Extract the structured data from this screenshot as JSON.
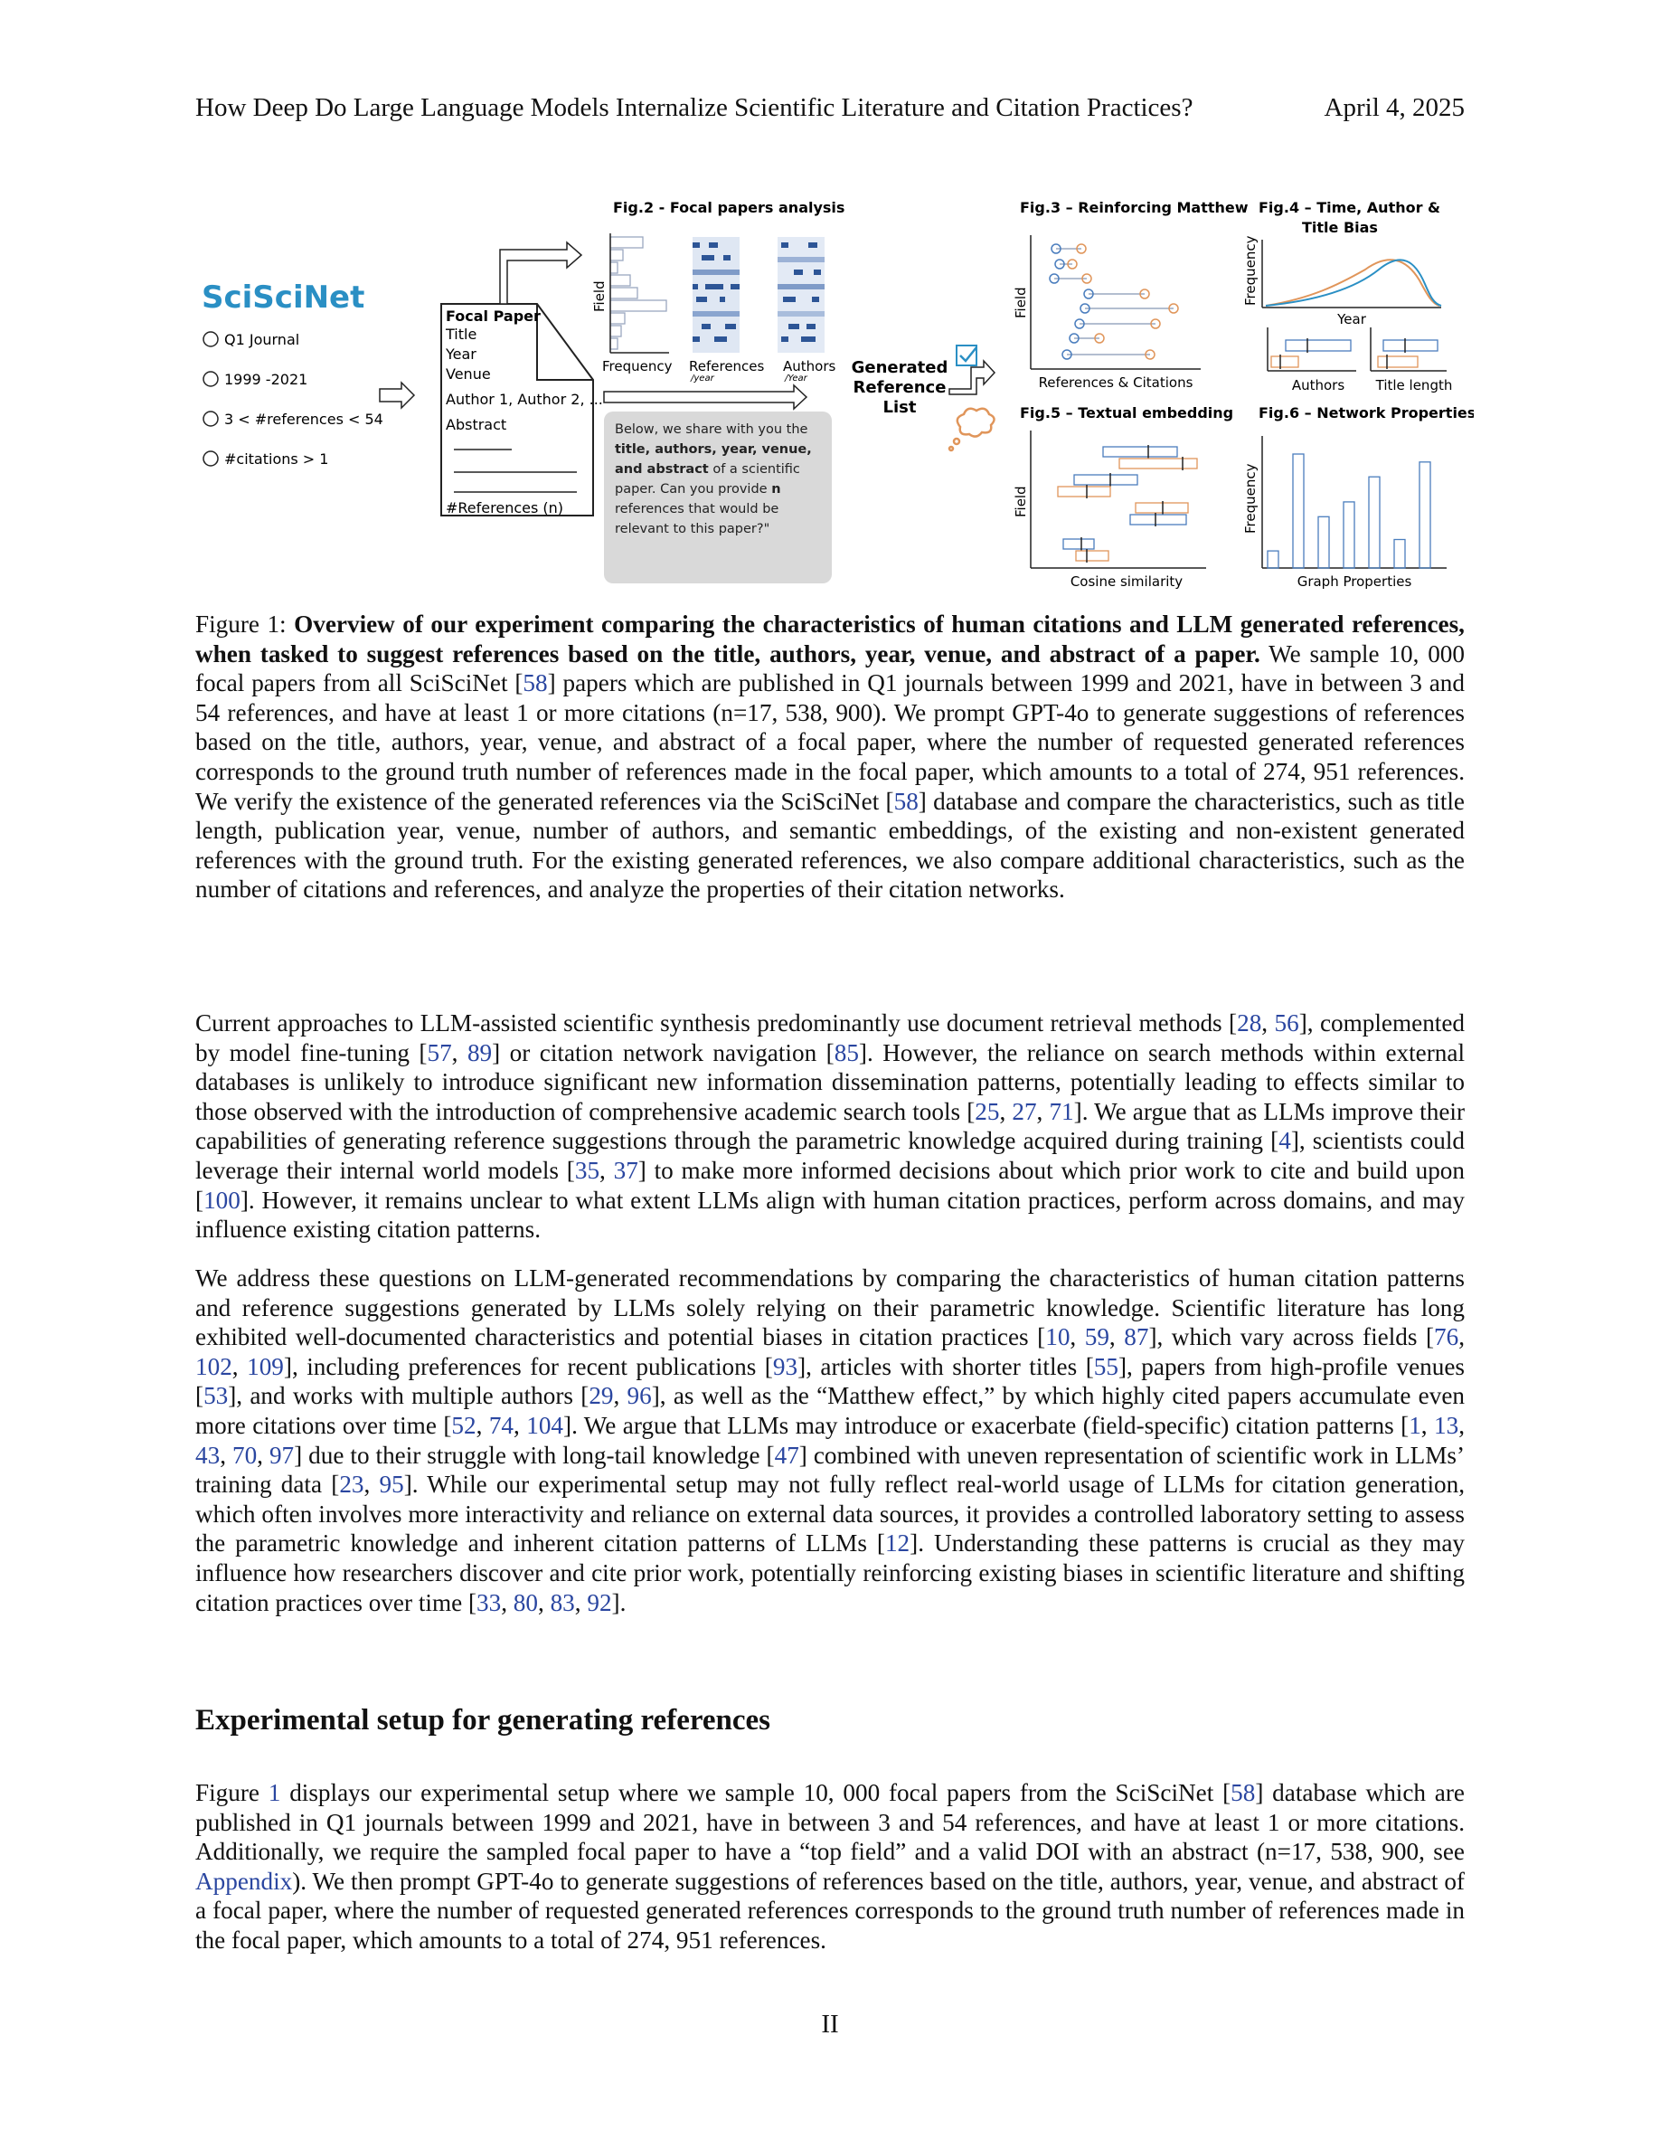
{
  "header": {
    "title": "How Deep Do Large Language Models Internalize Scientific Literature and Citation Practices?",
    "date": "April 4, 2025"
  },
  "figure": {
    "brand": "SciSciNet",
    "filters": [
      "Q1 Journal",
      "1999 -2021",
      "3 < #references < 54",
      "#citations > 1"
    ],
    "focal_paper": {
      "title": "Focal Paper",
      "lines": [
        "Title",
        "Year",
        "Venue",
        "Author 1, Author 2, ...",
        "Abstract"
      ],
      "footer": "#References (n)"
    },
    "fig2": {
      "title": "Fig.2 - Focal papers analysis",
      "ylabel": "Field",
      "col1": "Frequency",
      "col2": "References",
      "col2_sub": "/year",
      "col3": "Authors",
      "col3_sub": "/Year"
    },
    "prompt": {
      "p1": "Below, we share with you the ",
      "p1b": "title, authors, year, venue, and abstract",
      "p2": " of a scientific paper. Can you provide ",
      "p2b": "n",
      "p3": " references that would be relevant to this paper?\""
    },
    "generated": [
      "Generated",
      "Reference",
      "List"
    ],
    "fig3": {
      "title": "Fig.3 – Reinforcing Matthew",
      "ylabel": "Field",
      "xlabel": "References & Citations"
    },
    "fig4": {
      "title1": "Fig.4 – Time, Author &",
      "title2": "Title Bias",
      "ylabel": "Frequency",
      "xlabel": "Year",
      "sub1": "Authors",
      "sub2": "Title length"
    },
    "fig5": {
      "title": "Fig.5 – Textual embedding",
      "ylabel": "Field",
      "xlabel": "Cosine similarity"
    },
    "fig6": {
      "title": "Fig.6 – Network Properties",
      "ylabel": "Frequency",
      "xlabel": "Graph Properties",
      "bar_levels": [
        0.15,
        1.0,
        0.45,
        0.58,
        0.8,
        0.25,
        0.93
      ]
    },
    "colors": {
      "blue": "#4a7dbd",
      "orange": "#e0955a",
      "cyan": "#2a8fc4"
    }
  },
  "caption": {
    "label": "Figure 1: ",
    "bold": "Overview of our experiment comparing the characteristics of human citations and LLM generated references, when tasked to suggest references based on the title, authors, year, venue, and abstract of a paper.",
    "s1": " We sample 10, 000 focal papers from all SciSciNet [",
    "r1": "58",
    "s2": "] papers which are published in Q1 journals between 1999 and 2021, have in between 3 and 54 references, and have at least 1 or more citations (n=17, 538, 900). We prompt GPT-4o to generate suggestions of references based on the title, authors, year, venue, and abstract of a focal paper, where the number of requested generated references corresponds to the ground truth number of references made in the focal paper, which amounts to a total of 274, 951 references. We verify the existence of the generated references via the SciSciNet [",
    "r2": "58",
    "s3": "] database and compare the characteristics, such as title length, publication year, venue, number of authors, and semantic embeddings, of the existing and non-existent generated references with the ground truth. For the existing generated references, we also compare additional characteristics, such as the number of citations and references, and analyze the properties of their citation networks."
  },
  "para1": {
    "t1": "Current approaches to LLM-assisted scientific synthesis predominantly use document retrieval methods [",
    "r1": "28",
    "t2": ", ",
    "r2": "56",
    "t3": "], complemented by model fine-tuning [",
    "r3": "57",
    "t4": ", ",
    "r4": "89",
    "t5": "] or citation network navigation [",
    "r5": "85",
    "t6": "]. However, the reliance on search methods within external databases is unlikely to introduce significant new information dissemination patterns, potentially leading to effects similar to those observed with the introduction of comprehensive academic search tools [",
    "r6": "25",
    "t7": ", ",
    "r7": "27",
    "t8": ", ",
    "r8": "71",
    "t9": "]. We argue that as LLMs improve their capabilities of generating reference suggestions through the parametric knowledge acquired during training [",
    "r9": "4",
    "t10": "], scientists could leverage their internal world models [",
    "r10": "35",
    "t11": ", ",
    "r11": "37",
    "t12": "] to make more informed decisions about which prior work to cite and build upon [",
    "r12": "100",
    "t13": "]. However, it remains unclear to what extent LLMs align with human citation practices, perform across domains, and may influence existing citation patterns."
  },
  "para2": {
    "t1": "We address these questions on LLM-generated recommendations by comparing the characteristics of human citation patterns and reference suggestions generated by LLMs solely relying on their parametric knowledge. Scientific literature has long exhibited well-documented characteristics and potential biases in citation practices [",
    "r1": "10",
    "r2": "59",
    "r3": "87",
    "t2": "], which vary across fields [",
    "r4": "76",
    "r5": "102",
    "r6": "109",
    "t3": "], including preferences for recent publications [",
    "r7": "93",
    "t4": "], articles with shorter titles [",
    "r8": "55",
    "t5": "], papers from high-profile venues [",
    "r9": "53",
    "t6": "], and works with multiple authors [",
    "r10": "29",
    "r11": "96",
    "t7": "], as well as the “Matthew effect,” by which highly cited papers accumulate even more citations over time [",
    "r12": "52",
    "r13": "74",
    "r14": "104",
    "t8": "]. We argue that LLMs may introduce or exacerbate (field-specific) citation patterns [",
    "r15": "1",
    "r16": "13",
    "r17": "43",
    "r18": "70",
    "r19": "97",
    "t9": "] due to their struggle with long-tail knowledge [",
    "r20": "47",
    "t10": "] combined with uneven representation of scientific work in LLMs’ training data [",
    "r21": "23",
    "r22": "95",
    "t11": "]. While our experimental setup may not fully reflect real-world usage of LLMs for citation generation, which often involves more interactivity and reliance on external data sources, it provides a controlled laboratory setting to assess the parametric knowledge and inherent citation patterns of LLMs [",
    "r23": "12",
    "t12": "]. Understanding these patterns is crucial as they may influence how researchers discover and cite prior work, potentially reinforcing existing biases in scientific literature and shifting citation practices over time [",
    "r24": "33",
    "r25": "80",
    "r26": "83",
    "r27": "92",
    "t13": "].",
    "sep": ", "
  },
  "section": {
    "title": "Experimental setup for generating references"
  },
  "para3": {
    "t1": "Figure ",
    "r1": "1",
    "t2": " displays our experimental setup where we sample 10, 000 focal papers from the SciSciNet [",
    "r2": "58",
    "t3": "] database which are published in Q1 journals between 1999 and 2021, have in between 3 and 54 references, and have at least 1 or more citations. Additionally, we require the sampled focal paper to have a “top field” and a valid DOI with an abstract (n=17, 538, 900, see ",
    "r3": "Appendix",
    "t4": "). We then prompt GPT-4o to generate suggestions of references based on the title, authors, year, venue, and abstract of a focal paper, where the number of requested generated references corresponds to the ground truth number of references made in the focal paper, which amounts to a total of 274, 951 references."
  },
  "page_number": "II"
}
